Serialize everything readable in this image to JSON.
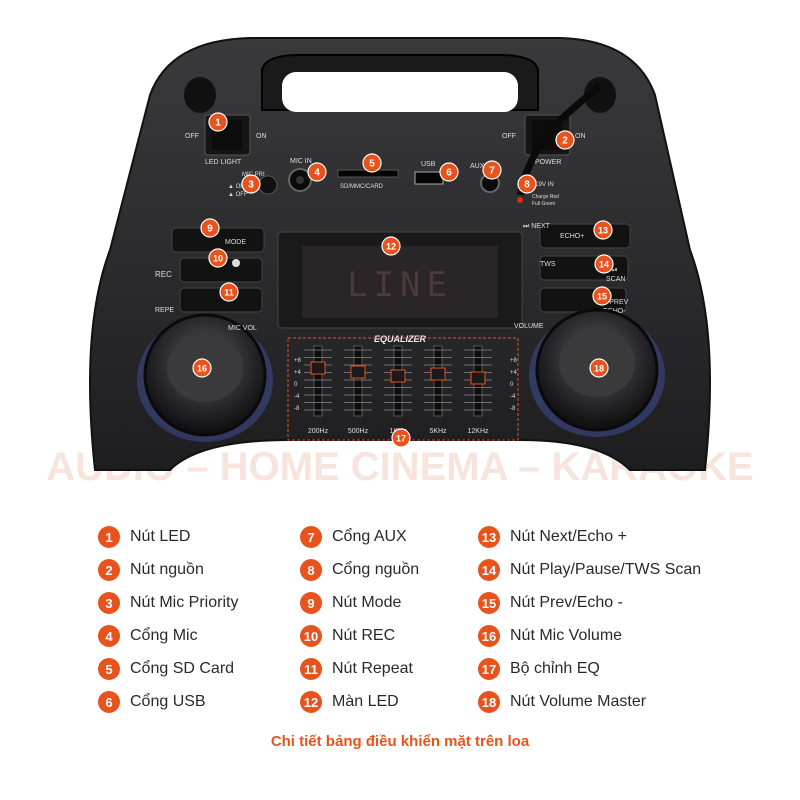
{
  "colors": {
    "accent": "#e8531d",
    "device_body": "#2b2b2d",
    "caption": "#e8531d",
    "watermark": "#f2c7b8"
  },
  "watermark": "AUDIO – HOME CINEMA – KARAOKE",
  "device": {
    "labels": {
      "led_off": "OFF",
      "led_on": "ON",
      "led_light": "LED LIGHT",
      "power_off": "OFF",
      "power_on": "ON",
      "power": "POWER",
      "mic_in": "MIC IN",
      "mic_pri": "MIC PRI",
      "mic_pri_on": "▲ ON",
      "mic_pri_off": "▲ OFF",
      "sd": "SD/MMC/CARD",
      "usb": "USB",
      "aux_in": "AUX IN",
      "dc_in": "DC9V IN",
      "charge": "Charge Red",
      "full": "Full Green",
      "mode": "MODE",
      "rec": "REC",
      "repe": "REPE",
      "next": "⏭ NEXT",
      "echo_plus": "ECHO+",
      "tws": "TWS",
      "play_scan": "⏯",
      "scan": "SCAN",
      "prev": "⏮ PREV",
      "echo_minus": "ECHO-",
      "mic_vol": "MIC VOL",
      "volume": "VOLUME",
      "equalizer": "EQUALIZER",
      "display": "LINE",
      "eq_bands": [
        "200Hz",
        "500Hz",
        "1KHz",
        "5KHz",
        "12KHz"
      ],
      "eq_scale": [
        "+8",
        "+4",
        "0",
        "-4",
        "-8"
      ]
    },
    "markers": [
      "1",
      "2",
      "3",
      "4",
      "5",
      "6",
      "7",
      "8",
      "9",
      "10",
      "11",
      "12",
      "13",
      "14",
      "15",
      "16",
      "17",
      "18"
    ]
  },
  "legend": [
    {
      "num": "1",
      "label": "Nút LED"
    },
    {
      "num": "2",
      "label": "Nút nguồn"
    },
    {
      "num": "3",
      "label": "Nút Mic Priority"
    },
    {
      "num": "4",
      "label": "Cổng Mic"
    },
    {
      "num": "5",
      "label": "Cổng SD Card"
    },
    {
      "num": "6",
      "label": "Cổng USB"
    },
    {
      "num": "7",
      "label": "Cổng AUX"
    },
    {
      "num": "8",
      "label": "Cổng nguồn"
    },
    {
      "num": "9",
      "label": "Nút Mode"
    },
    {
      "num": "10",
      "label": "Nút REC"
    },
    {
      "num": "11",
      "label": "Nút Repeat"
    },
    {
      "num": "12",
      "label": "Màn LED"
    },
    {
      "num": "13",
      "label": "Nút Next/Echo +"
    },
    {
      "num": "14",
      "label": "Nút Play/Pause/TWS Scan"
    },
    {
      "num": "15",
      "label": "Nút Prev/Echo -"
    },
    {
      "num": "16",
      "label": "Nút Mic Volume"
    },
    {
      "num": "17",
      "label": "Bộ chỉnh EQ"
    },
    {
      "num": "18",
      "label": "Nút  Volume Master"
    }
  ],
  "caption": "Chi tiết bảng điều khiển mặt trên loa"
}
